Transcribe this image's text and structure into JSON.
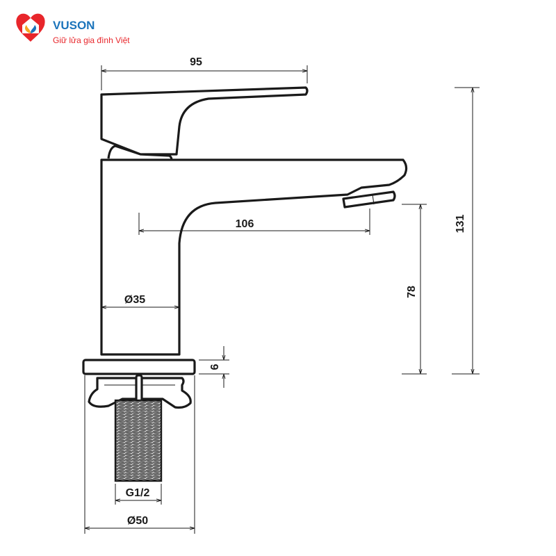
{
  "brand": {
    "name": "VUSON",
    "slogan": "Giữ lửa gia đình Việt",
    "colors": {
      "primary": "#e8262b",
      "secondary": "#1b74bb",
      "accent": "#f6a623"
    },
    "icon": "house-heart-logo-icon"
  },
  "dimensions": {
    "width_top": "95",
    "spout_reach": "106",
    "total_height": "131",
    "spout_height": "78",
    "body_diameter": "Ø35",
    "flange_height": "6",
    "thread": "G1/2",
    "base_diameter": "Ø50"
  }
}
